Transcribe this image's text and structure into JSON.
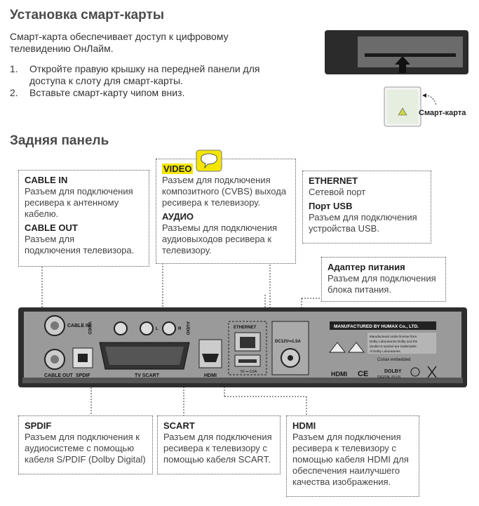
{
  "smartcard_section": {
    "title": "Установка смарт-карты",
    "intro_line1": "Смарт-карта обеспечивает доступ к цифровому",
    "intro_line2": "телевидению ОнЛайм.",
    "steps": [
      {
        "num": "1.",
        "line1": "Откройте правую крышку на передней панели для",
        "line2": "доступа к слоту для смарт-карты."
      },
      {
        "num": "2.",
        "line1": "Вставьте смарт-карту чипом вниз.",
        "line2": ""
      }
    ],
    "card_label": "Смарт-карта"
  },
  "rear_section": {
    "title": "Задняя панель"
  },
  "callouts": {
    "cable_in": {
      "title": "CABLE IN",
      "desc1": "Разъем для подключения",
      "desc2": "ресивера к антенному",
      "desc3": "кабелю."
    },
    "cable_out": {
      "title": "CABLE OUT",
      "desc1": "Разъем для",
      "desc2": "подключения телевизора."
    },
    "video": {
      "title": "VIDEO",
      "desc1": "Разъем для подключения",
      "desc2": "композитного (CVBS) выхода",
      "desc3": "ресивера к телевизору."
    },
    "audio": {
      "title": "АУДИО",
      "desc1": "Разъемы для подключения",
      "desc2": "аудиовыходов ресивера к",
      "desc3": "телевизору."
    },
    "ethernet": {
      "title": "ETHERNET",
      "desc1": "Сетевой порт"
    },
    "usb": {
      "title": "Порт USB",
      "desc1": "Разъем для подключения",
      "desc2": "устройства USB."
    },
    "power": {
      "title": "Адаптер питания",
      "desc1": "Разъем для подключения",
      "desc2": "блока питания."
    },
    "spdif": {
      "title": "SPDIF",
      "desc1": "Разъем для подключения к",
      "desc2": "аудиосистеме с помощью",
      "desc3": "кабеля S/PDIF (Dolby Digital)"
    },
    "scart": {
      "title": "SCART",
      "desc1": "Разъем для подключения",
      "desc2": "ресивера к телевизору с",
      "desc3": "помощью кабеля SCART."
    },
    "hdmi": {
      "title": "HDMI",
      "desc1": "Разъем для подключения",
      "desc2": "ресивера к телевизору с",
      "desc3": "помощью кабеля HDMI для",
      "desc4": "обеспечения наилучшего",
      "desc5": "качества изображения."
    }
  },
  "panel_labels": {
    "cable_in": "CABLE IN",
    "cable_out": "CABLE OUT",
    "spdif": "SPDIF",
    "video": "VIDEO",
    "audio": "AUDIO",
    "l": "L",
    "r": "R",
    "tv_scart": "TV SCART",
    "hdmi": "HDMI",
    "ethernet": "ETHERNET",
    "usb_rating": "5V ⎓ 0.5A",
    "dc": "DC12V⎓1.5A",
    "manufacturer": "MANUFACTURED BY HUMAX Co., LTD.",
    "dolby_note1": "Manufactured under license from",
    "dolby_note2": "Dolby Laboratories.Dolby and the",
    "dolby_note3": "double-D symbol are trademarks",
    "dolby_note4": "of Dolby Laboratories.",
    "conax": "Conax embedded",
    "dolby": "DOLBY",
    "digital_plus": "DIGITAL PLUS",
    "ce": "CE",
    "hdmi_logo": "HDMI"
  },
  "colors": {
    "highlight": "#f4e600",
    "panel": "#2e2e2e",
    "panel_inner": "#8a8a8a"
  }
}
